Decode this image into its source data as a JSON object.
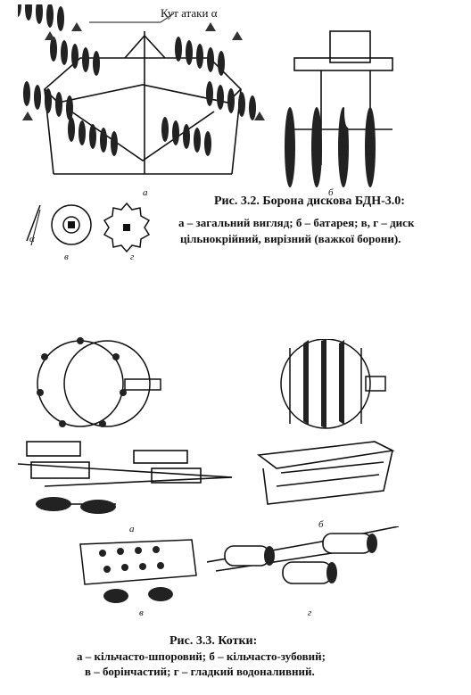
{
  "figure_3_2": {
    "attack_angle_label": "Кут атаки α",
    "panel_labels": {
      "a": "а",
      "b": "б",
      "v": "в",
      "g": "г",
      "alpha": "α"
    },
    "caption": {
      "title": "Рис. 3.2. Борона дискова БДН-3.0:",
      "line1": "а – загальний вигляд; б – батарея; в, г – диск",
      "line2": "цільнокрійний, вирізний (важкої борони)."
    }
  },
  "figure_3_3": {
    "panel_labels": {
      "a": "а",
      "b": "б",
      "v": "в",
      "g": "г"
    },
    "caption": {
      "title": "Рис. 3.3. Котки:",
      "line1": "а – кільчасто-шпоровий; б – кільчасто-зубовий;",
      "line2": "в – борінчастий; г – гладкий водоналивний."
    }
  }
}
